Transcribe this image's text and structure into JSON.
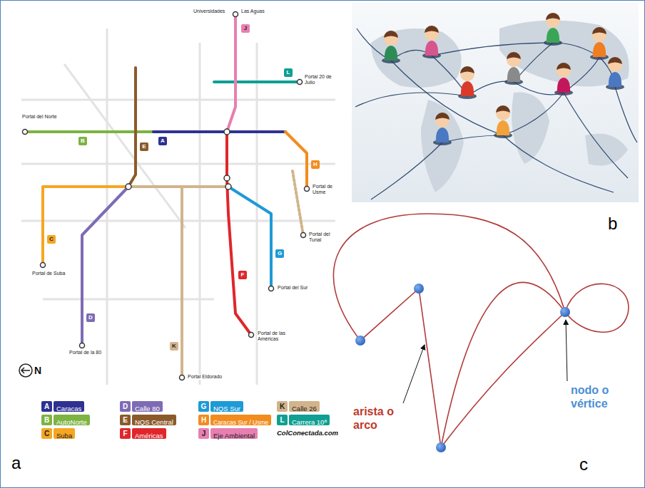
{
  "diagram": {
    "labels": [
      "Portal del Norte",
      "Portal de Suba",
      "Portal de la 80",
      "Portal de las Américas",
      "Portal del Sur",
      "Portal de Usme",
      "Portal del Tunal",
      "Portal Eldorado",
      "Portal 20 de Julio",
      "Universidades",
      "Las Aguas",
      "A",
      "B",
      "C",
      "D",
      "E",
      "F",
      "G",
      "H",
      "J",
      "K",
      "L",
      "A",
      "B",
      "C",
      "D",
      "E",
      "F",
      "G",
      "H",
      "J",
      "K",
      "L",
      "ColConectada.com",
      "N",
      "a",
      "b",
      "arista o arco",
      "nodo o vértice",
      "c"
    ],
    "legend": [
      {
        "text": "Caracas",
        "color": "#2e3192"
      },
      {
        "text": "AutoNorte",
        "color": "#7cb342"
      },
      {
        "text": "Suba",
        "color": "#f5a623"
      },
      {
        "text": "Calle 80",
        "color": "#7e6bb5"
      },
      {
        "text": "NQS Central",
        "color": "#8b5a2b"
      },
      {
        "text": "Américas",
        "color": "#e0262b"
      },
      {
        "text": "NQS Sur",
        "color": "#1e9ad6"
      },
      {
        "text": "Caracas Sur / Usme",
        "color": "#f28c1e"
      },
      {
        "text": "Eje Ambiental",
        "color": "#e87fb0"
      },
      {
        "text": "Calle 26",
        "color": "#d2b48c"
      },
      {
        "text": "Carrera 10ª",
        "color": "#0f9f93"
      }
    ]
  }
}
